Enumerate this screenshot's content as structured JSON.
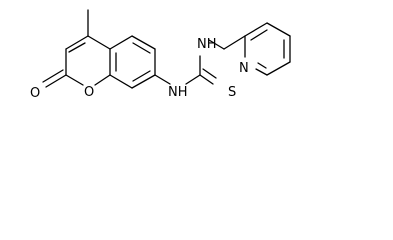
{
  "structure": {
    "atoms": {
      "carbonyl_oxygen": "O",
      "ring_oxygen": "O",
      "amine_nh_left": "NH",
      "amine_nh_right": "NH",
      "thione_sulfur": "S",
      "pyridine_nitrogen": "N"
    },
    "colors": {
      "bond": "#000000",
      "label": "#000000",
      "background": "#ffffff"
    }
  }
}
